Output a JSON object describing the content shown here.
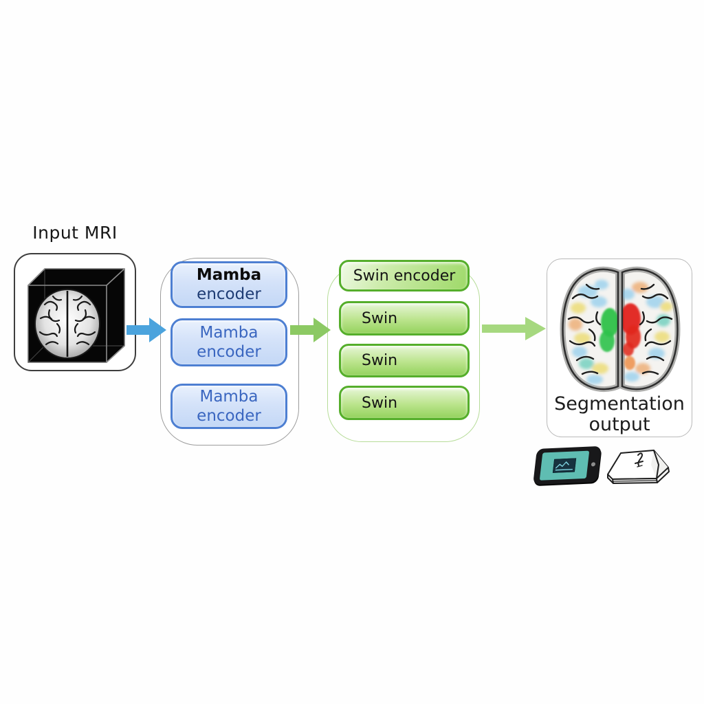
{
  "title": "MRI segmentation pipeline diagram",
  "input": {
    "label": "Input MRI"
  },
  "mamba_group": {
    "boxes": [
      {
        "line1": "Mamba",
        "line2": "encoder"
      },
      {
        "line1": "Mamba",
        "line2": "encoder"
      },
      {
        "line1": "Mamba",
        "line2": "encoder"
      }
    ]
  },
  "swin_group": {
    "header": "Swin encoder",
    "boxes": [
      "Swin",
      "Swin",
      "Swin"
    ]
  },
  "output": {
    "line1": "Segmentation",
    "line2": "output"
  },
  "icons": [
    "tablet-device",
    "paper-stack"
  ],
  "colors": {
    "arrow_blue": "#4BA3DD",
    "arrow_green_1": "#8CC963",
    "arrow_green_2": "#A6D87F",
    "mamba_border": "#4D7FD2",
    "mamba_fill_top": "#E9F1FD",
    "mamba_fill_bottom": "#C4D8F6",
    "mamba_text_blue": "#3A66C0",
    "swin_border": "#55AE2B",
    "swin_fill_top": "#E7F6D7",
    "swin_fill_bottom": "#94D25E",
    "swin_container_border": "#B6DC98",
    "seg_green_region": "#2EC24A",
    "seg_red_region": "#E1251B",
    "tablet_screen": "#5FBDB2"
  }
}
